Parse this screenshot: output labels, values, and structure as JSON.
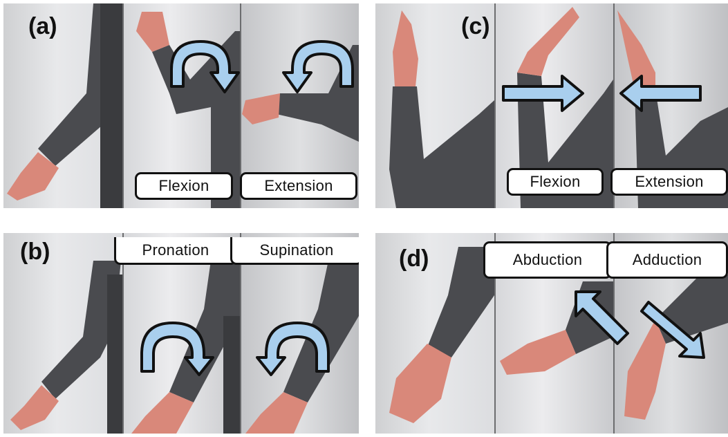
{
  "panels": {
    "a": {
      "letter": "(a)",
      "labels": [
        "Flexion",
        "Extension"
      ]
    },
    "b": {
      "letter": "(b)",
      "labels": [
        "Pronation",
        "Supination"
      ]
    },
    "c": {
      "letter": "(c)",
      "labels": [
        "Flexion",
        "Extension"
      ]
    },
    "d": {
      "letter": "(d)",
      "labels": [
        "Abduction",
        "Adduction"
      ]
    }
  },
  "colors": {
    "sleeve": "#4a4b4f",
    "skin": "#d9887a",
    "arrow_fill": "#a9cfee",
    "arrow_outline": "#111111"
  },
  "icons": {
    "curved_arrow": "curved-arrow-icon",
    "straight_arrow": "straight-arrow-icon"
  }
}
